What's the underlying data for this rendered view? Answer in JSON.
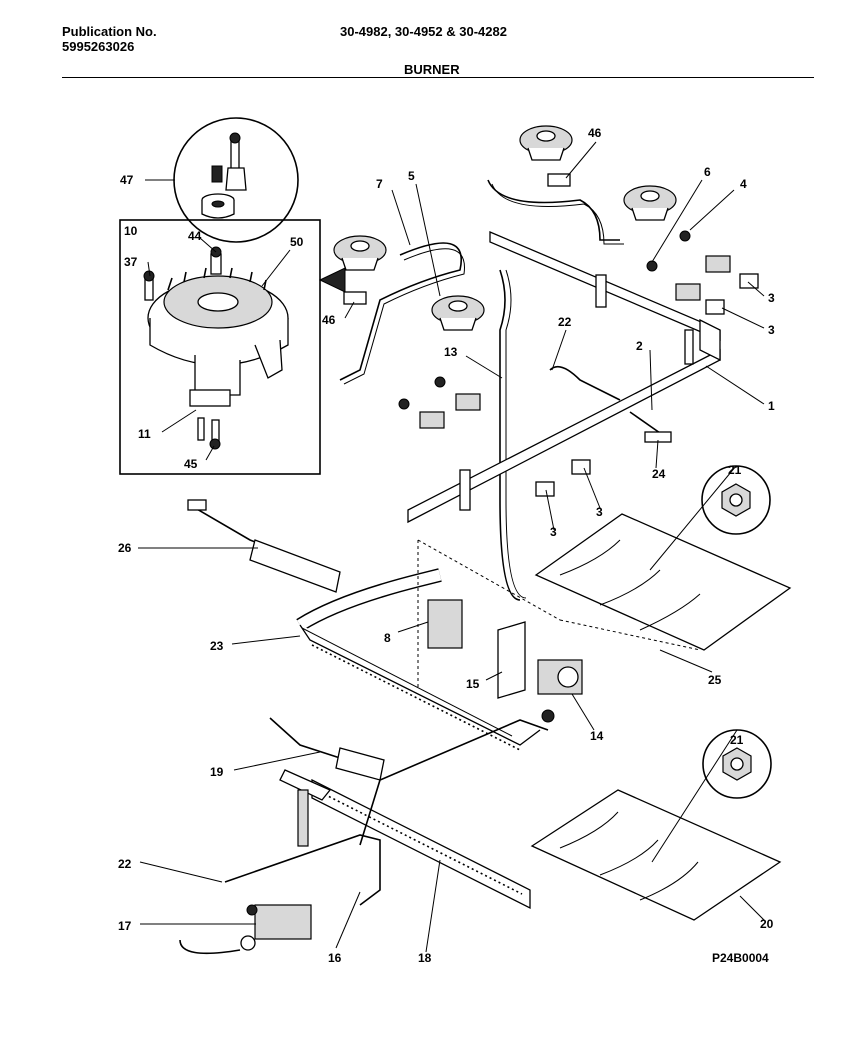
{
  "header": {
    "publication_label": "Publication No.",
    "publication_number": "5995263026",
    "models": "30-4982, 30-4952 & 30-4282",
    "section_title": "BURNER"
  },
  "footer": {
    "figure_code": "P24B0004"
  },
  "callouts": {
    "c1": "1",
    "c2": "2",
    "c3a": "3",
    "c3b": "3",
    "c3c": "3",
    "c3d": "3",
    "c4": "4",
    "c5": "5",
    "c6": "6",
    "c7": "7",
    "c8": "8",
    "c10": "10",
    "c11": "11",
    "c13": "13",
    "c14": "14",
    "c15": "15",
    "c16": "16",
    "c17": "17",
    "c18": "18",
    "c19": "19",
    "c20": "20",
    "c21a": "21",
    "c21b": "21",
    "c22a": "22",
    "c22b": "22",
    "c23": "23",
    "c24": "24",
    "c25": "25",
    "c26": "26",
    "c37": "37",
    "c44": "44",
    "c45": "45",
    "c46a": "46",
    "c46b": "46",
    "c47": "47",
    "c50": "50"
  }
}
